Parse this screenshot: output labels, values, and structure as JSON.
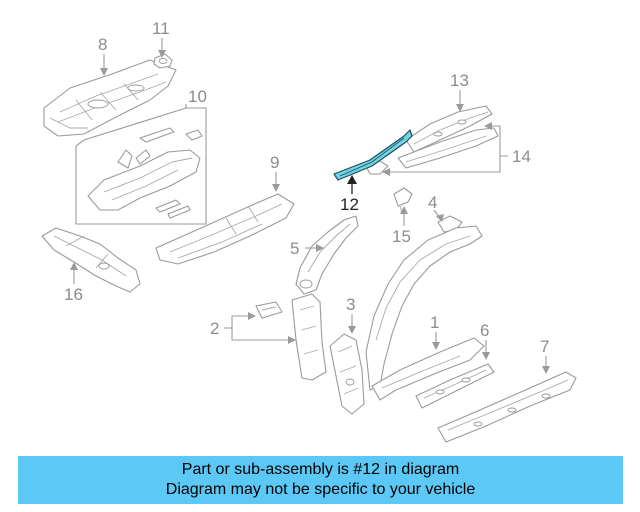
{
  "callouts": {
    "c1": "1",
    "c2": "2",
    "c3": "3",
    "c4": "4",
    "c5": "5",
    "c6": "6",
    "c7": "7",
    "c8": "8",
    "c9": "9",
    "c10": "10",
    "c11": "11",
    "c12": "12",
    "c13": "13",
    "c14": "14",
    "c15": "15",
    "c16": "16"
  },
  "highlighted_part": "12",
  "colors": {
    "highlight": "#6fd3e3",
    "banner": "#5bc8f5",
    "linework": "#9a9a9a"
  },
  "banner": {
    "line1": "Part or sub-assembly is #12 in diagram",
    "line2": "Diagram may not be specific to your vehicle"
  }
}
